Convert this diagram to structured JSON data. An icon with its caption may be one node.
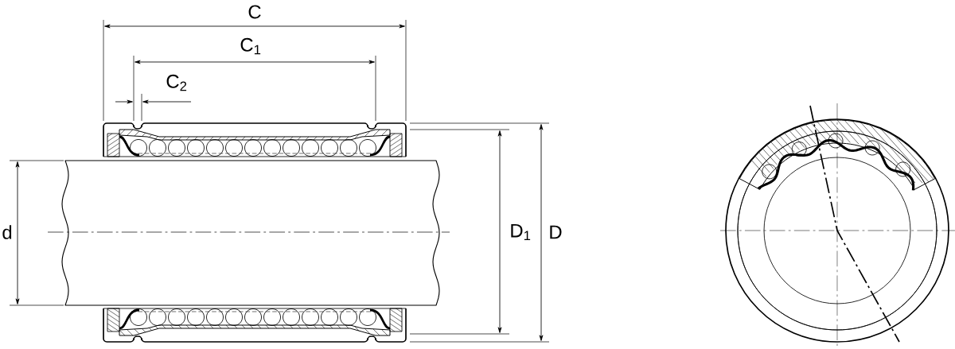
{
  "diagram": {
    "labels": [
      "C",
      "C$_{1}$",
      "C$_{2}$",
      "d",
      "D$_{1}$",
      "D"
    ]
  }
}
